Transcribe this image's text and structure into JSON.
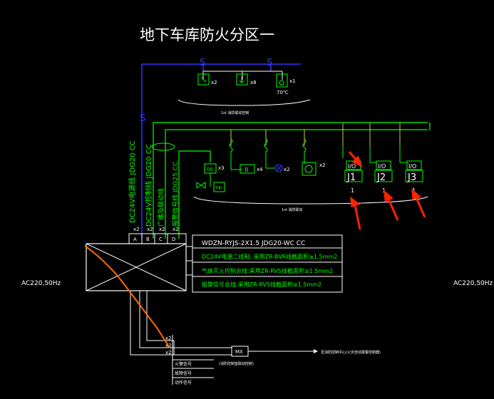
{
  "title": "地下车库防火分区一",
  "side_labels": {
    "left": "AC220,50Hz",
    "right": "AC220,50Hz"
  },
  "top_symbols": {
    "s_letters": [
      "S",
      "S",
      "S"
    ],
    "smoke": {
      "mult": "x2"
    },
    "heat": {
      "mult": "x8"
    },
    "temp": {
      "mult": "x1",
      "label": "70℃"
    },
    "group_note": "1st 消防联动控制"
  },
  "vertical_texts": [
    "DC24V电源线 JDG20 CC",
    "DC24V控制线 JDG20 CC",
    "广播及联动线",
    "报警信号线 JDG25 CC"
  ],
  "bus_labels": [
    "x2",
    "x2",
    "x2",
    "x2"
  ],
  "terminals": [
    "A",
    "B",
    "C",
    "D"
  ],
  "mid_devices": {
    "v3": "x3",
    "module": "00",
    "valve": "YK",
    "x4": "x4",
    "x2a": "x2",
    "x2b": "x2",
    "light_label": "B"
  },
  "io_modules": [
    {
      "io": "I/O",
      "label": "J1",
      "count": "1"
    },
    {
      "io": "I/O",
      "label": "J2",
      "count": "1"
    },
    {
      "io": "I/O",
      "label": "J3",
      "count": "1"
    }
  ],
  "bottom_group_note": "1st 消防联动",
  "legend": [
    "WDZN-RYJS-2X1.5  JDG20-WC CC",
    "DC24V电源二线制: 采用ZR-BVR线截面积≥1.5mm2",
    "气体灭火控制总线:采用ZR-RVS线截面积≥1.5mm2",
    "报警信号总线:采用ZR-RVS线截面积≥1.5mm2"
  ],
  "lower": {
    "x_labels": [
      "x2",
      "x2",
      "x2"
    ],
    "box": "MX",
    "box_note": "(消防控制室联动控制)",
    "right_note": "至消防控制中心(火灾自动报警控制器)",
    "signals": [
      "火警信号",
      "故障信号",
      "动作信号"
    ]
  },
  "colors": {
    "bg": "#000000",
    "green": "#00ff00",
    "white": "#ffffff",
    "blue": "#3333ff",
    "red": "#ff2200",
    "orange": "#ff6a00"
  }
}
